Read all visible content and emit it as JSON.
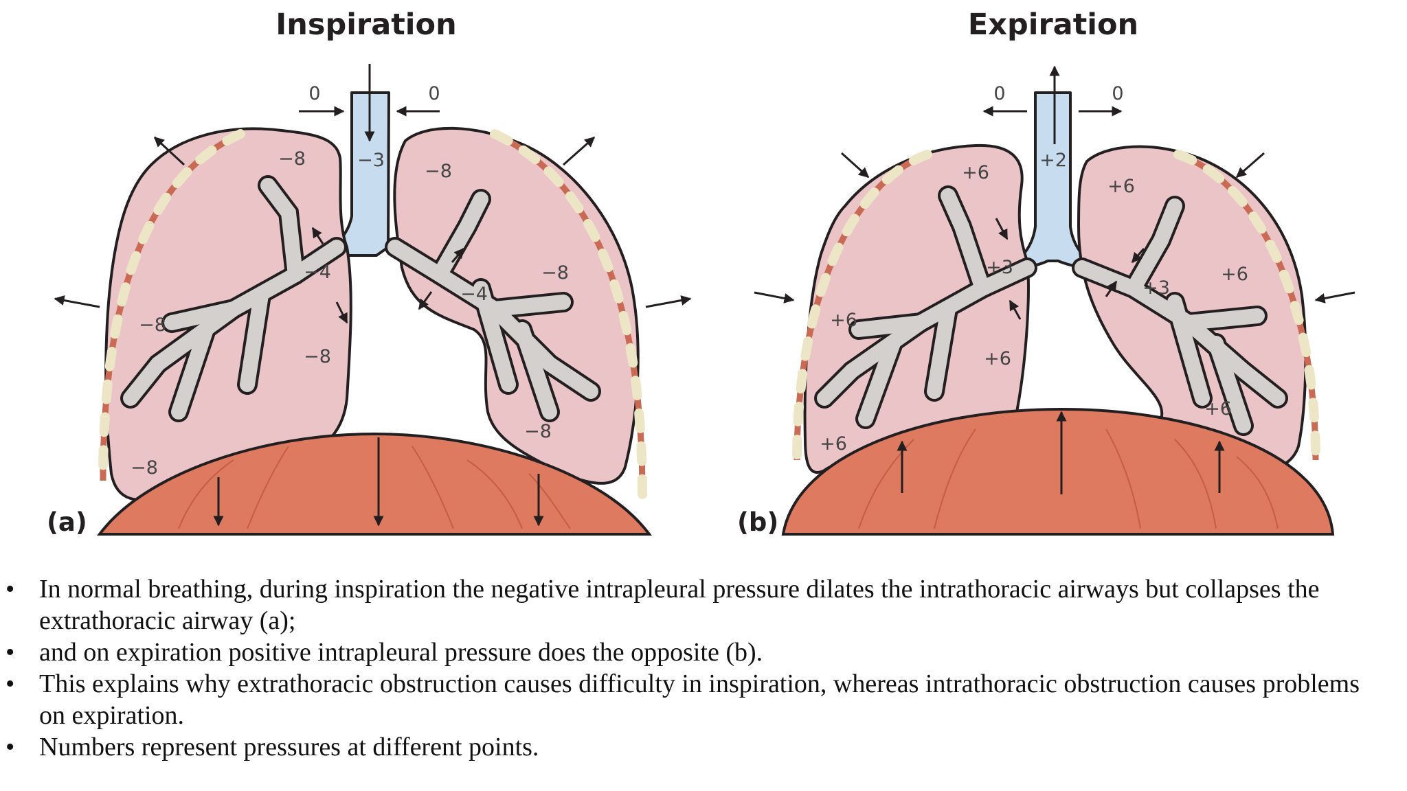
{
  "titles": {
    "left": "Inspiration",
    "right": "Expiration"
  },
  "panels": {
    "a": "(a)",
    "b": "(b)"
  },
  "inspiration_pressures": [
    "0",
    "0",
    "−3",
    "−8",
    "−8",
    "−4",
    "−4",
    "−8",
    "−8",
    "−8",
    "−8",
    "−8"
  ],
  "expiration_pressures": [
    "0",
    "0",
    "+2",
    "+6",
    "+6",
    "+3",
    "+3",
    "+6",
    "+6",
    "+6",
    "+6",
    "+6"
  ],
  "bullets": [
    "In normal breathing, during inspiration the negative intrapleural pressure dilates the intrathoracic airways but collapses the extrathoracic airway (a);",
    "and on expiration positive intrapleural pressure does the opposite (b).",
    "This explains why extrathoracic obstruction causes difficulty in inspiration, whereas intrathoracic obstruction causes problems on expiration.",
    "Numbers represent pressures at different points."
  ],
  "bullet_symbol": "•",
  "colors": {
    "lung": "#ebc4c8",
    "airway": "#c8dcef",
    "bronchi": "#d3d0ce",
    "diaphragm": "#dd7a60",
    "ribs": "#c96a55",
    "rib_beads": "#ede6c6",
    "outline": "#231f20"
  }
}
